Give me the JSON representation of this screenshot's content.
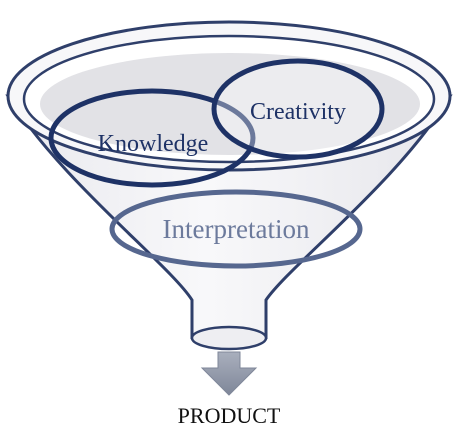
{
  "labels": {
    "creativity": "Creativity",
    "knowledge": "Knowledge",
    "interpretation": "Interpretation",
    "product": "PRODUCT"
  },
  "colors": {
    "funnel_fill": "#f3f3f6",
    "funnel_stroke": "#2f3f6a",
    "rim_inner_fill": "#e2e2e6",
    "circle_dark": "#1e3266",
    "circle_light": "#56678f",
    "text_dark": "#1e3266",
    "text_light": "#6c7a9c",
    "arrow": "#8e95a6",
    "product_text": "#111111"
  }
}
